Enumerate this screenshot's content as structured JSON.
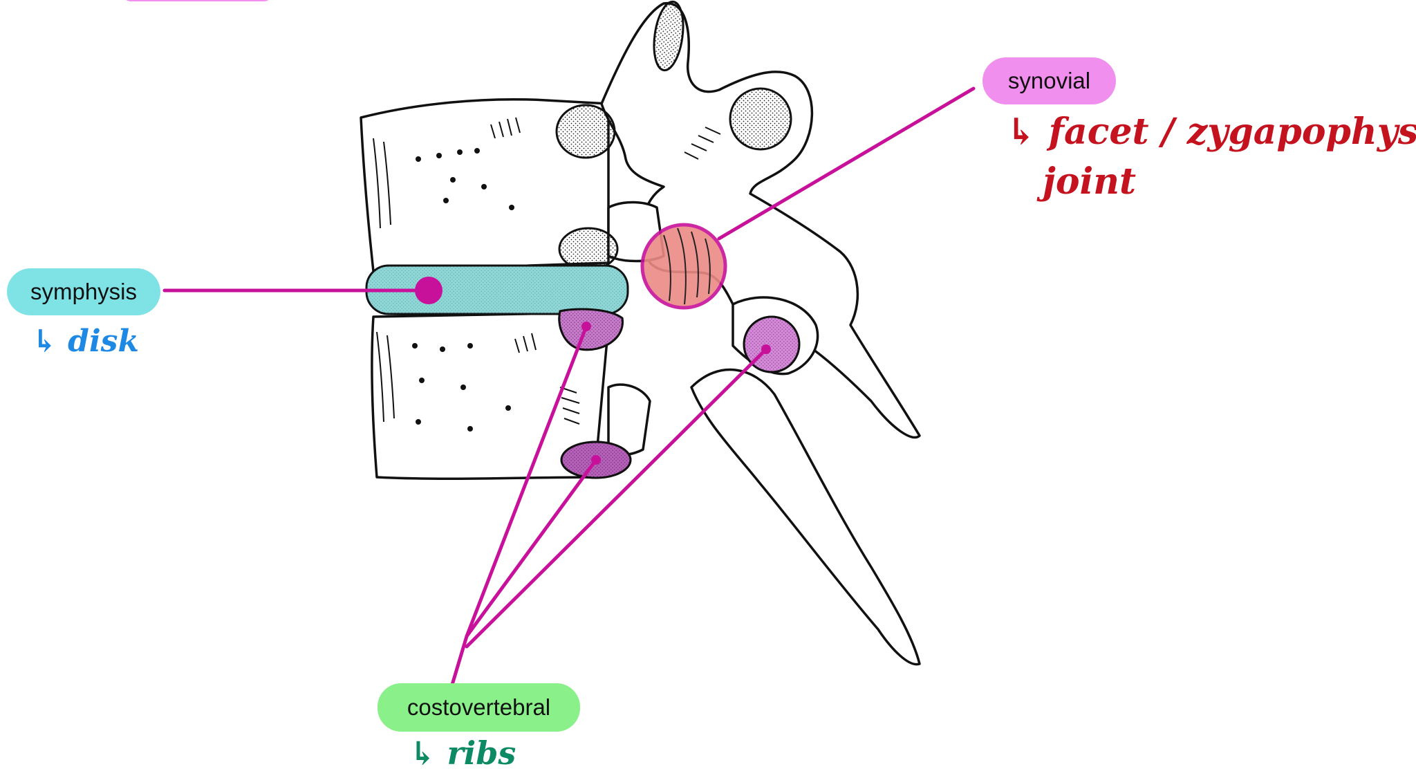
{
  "colors": {
    "connector": "#c8119a",
    "symphysis_fill": "#7fe3e6",
    "synovial_fill": "#f08fee",
    "costovertebral_fill": "#8af08a",
    "synovial_note": "#c4121f",
    "symphysis_note": "#1e88e5",
    "costovertebral_note": "#0b8a63",
    "joint_highlight": "#ec8a86",
    "rib_facet": "#d58ad9",
    "disk": "#8fd6d6"
  },
  "labels": {
    "symphysis": "symphysis",
    "synovial": "synovial",
    "costovertebral": "costovertebral"
  },
  "notes": {
    "symphysis_line": "↳ disk",
    "synovial_line1": "↳ facet / zygapophyseal",
    "synovial_line2": "joint",
    "costovertebral_line": "↳ ribs"
  },
  "icons": {
    "arrow": "curved-arrow-icon"
  }
}
